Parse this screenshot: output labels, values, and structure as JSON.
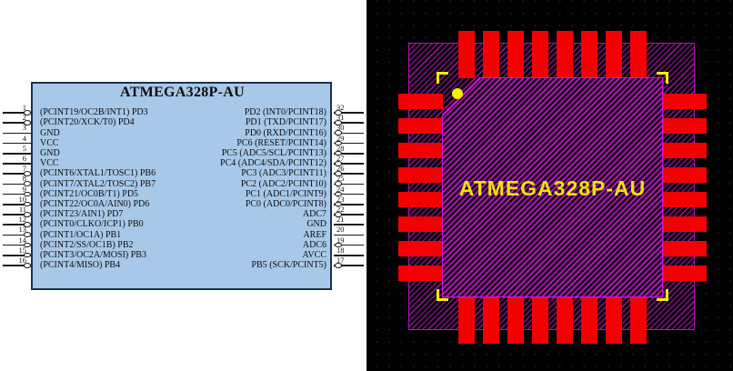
{
  "schematic": {
    "title": "ATMEGA328P-AU",
    "bg_color": "#ffffff",
    "chip_fill_color": "#a8c8e9",
    "chip_border_color": "#1c3054",
    "left_pins": [
      {
        "num": "1",
        "label": "(PCINT19/OC2B/INT1) PD3",
        "bubble": true
      },
      {
        "num": "2",
        "label": "(PCINT20/XCK/T0) PD4",
        "bubble": true
      },
      {
        "num": "3",
        "label": "GND",
        "bubble": false
      },
      {
        "num": "4",
        "label": "VCC",
        "bubble": false
      },
      {
        "num": "5",
        "label": "GND",
        "bubble": false
      },
      {
        "num": "6",
        "label": "VCC",
        "bubble": false
      },
      {
        "num": "7",
        "label": "(PCINT6/XTAL1/TOSC1) PB6",
        "bubble": true
      },
      {
        "num": "8",
        "label": "(PCINT7/XTAL2/TOSC2) PB7",
        "bubble": true
      },
      {
        "num": "9",
        "label": "(PCINT21/OC0B/T1) PD5",
        "bubble": true
      },
      {
        "num": "10",
        "label": "(PCINT22/OC0A/AIN0) PD6",
        "bubble": true
      },
      {
        "num": "11",
        "label": "(PCINT23/AIN1) PD7",
        "bubble": true
      },
      {
        "num": "12",
        "label": "(PCINT0/CLKO/ICP1) PB0",
        "bubble": true
      },
      {
        "num": "13",
        "label": "(PCINT1/OC1A) PB1",
        "bubble": true
      },
      {
        "num": "14",
        "label": "(PCINT2/SS/OC1B) PB2",
        "bubble": true
      },
      {
        "num": "15",
        "label": "(PCINT3/OC2A/MOSI) PB3",
        "bubble": true
      },
      {
        "num": "16",
        "label": "(PCINT4/MISO) PB4",
        "bubble": true
      }
    ],
    "right_pins": [
      {
        "num": "32",
        "label": "PD2 (INT0/PCINT18)",
        "bubble": true
      },
      {
        "num": "31",
        "label": "PD1 (TXD/PCINT17)",
        "bubble": true
      },
      {
        "num": "30",
        "label": "PD0 (RXD/PCINT16)",
        "bubble": true
      },
      {
        "num": "29",
        "label": "PC6 (RESET/PCINT14)",
        "bubble": true
      },
      {
        "num": "28",
        "label": "PC5 (ADC5/SCL/PCINT13)",
        "bubble": true
      },
      {
        "num": "27",
        "label": "PC4 (ADC4/SDA/PCINT12)",
        "bubble": true
      },
      {
        "num": "26",
        "label": "PC3 (ADC3/PCINT11)",
        "bubble": true
      },
      {
        "num": "25",
        "label": "PC2 (ADC2/PCINT10)",
        "bubble": true
      },
      {
        "num": "24",
        "label": "PC1 (ADC1/PCINT9)",
        "bubble": true
      },
      {
        "num": "23",
        "label": "PC0 (ADC0/PCINT8)",
        "bubble": true
      },
      {
        "num": "22",
        "label": "ADC7",
        "bubble": true
      },
      {
        "num": "21",
        "label": "GND",
        "bubble": false
      },
      {
        "num": "20",
        "label": "AREF",
        "bubble": false
      },
      {
        "num": "19",
        "label": "ADC6",
        "bubble": true
      },
      {
        "num": "18",
        "label": "AVCC",
        "bubble": false
      },
      {
        "num": "17",
        "label": "PB5 (SCK/PCINT5)",
        "bubble": true
      }
    ]
  },
  "footprint": {
    "label": "ATMEGA328P-AU",
    "bg_color": "#000000",
    "pads_per_side": 8,
    "pad_color": "#f20000",
    "hatch_color": "#c316c3",
    "outline_color": "#d414d4",
    "silkscreen_color": "#f5f000",
    "label_color": "#f2e300"
  }
}
